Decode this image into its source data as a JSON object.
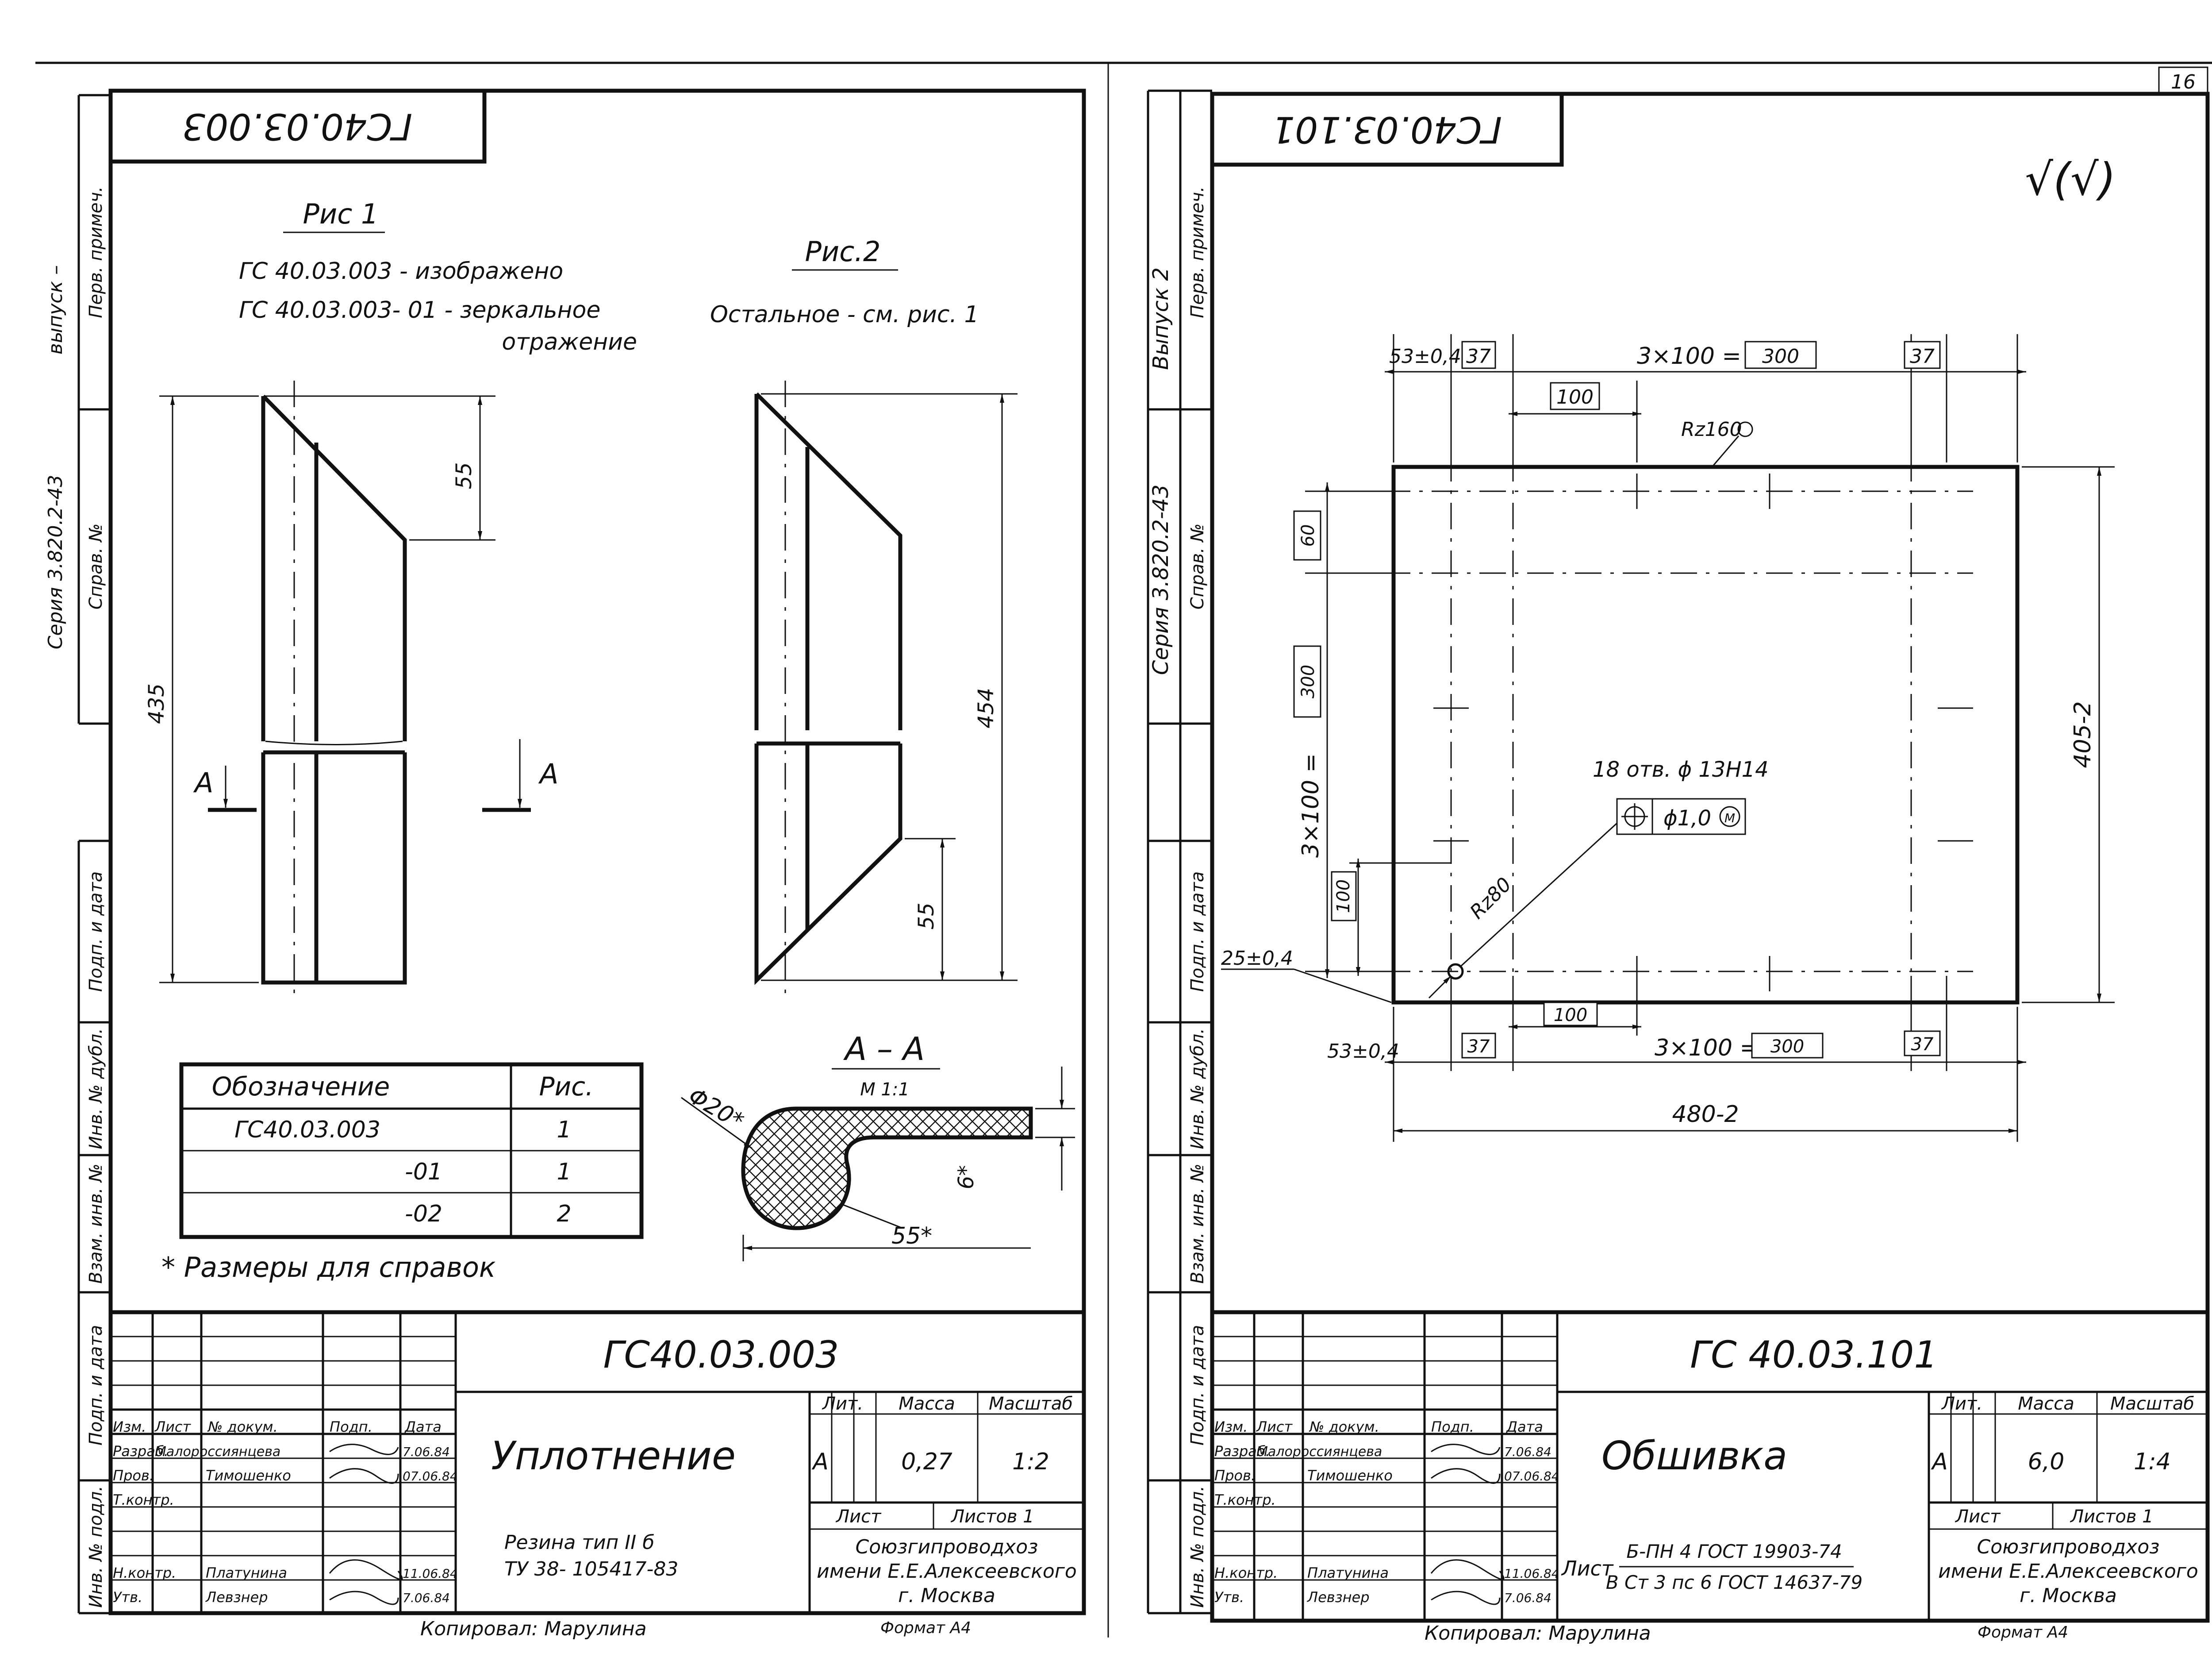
{
  "page_number": "16",
  "left_sheet": {
    "code_stamp": "ГС40.03.003",
    "margin": {
      "series_note": "Серия 3.820.2-43",
      "issue_note": "выпуск –",
      "perv_primech": "Перв. примеч.",
      "sprav_no": "Справ. №",
      "podp_i_data_1": "Подп. и дата",
      "inv_no_dubl": "Инв. № дубл.",
      "vzam_inv_no": "Взам. инв. №",
      "podp_i_data_2": "Подп. и дата",
      "inv_no_podl": "Инв. № подл."
    },
    "fig1_title": "Рис 1",
    "fig1_note_1": "ГС 40.03.003 - изображено",
    "fig1_note_2": "ГС 40.03.003- 01 - зеркальное",
    "fig1_note_3": "отражение",
    "fig2_title": "Рис.2",
    "fig2_note": "Остальное - см. рис. 1",
    "dim_55_top": "55",
    "dim_435": "435",
    "dim_454": "454",
    "dim_55_bottom": "55",
    "section_mark": "А",
    "section_title": "А – А",
    "section_scale": "М 1:1",
    "dim_phi20": "Φ20*",
    "dim_6": "6*",
    "dim_55_section": "55*",
    "table": {
      "headers": [
        "Обозначение",
        "Рис."
      ],
      "rows": [
        [
          "ГС40.03.003",
          "1"
        ],
        [
          "-01",
          "1"
        ],
        [
          "-02",
          "2"
        ]
      ]
    },
    "reference_note": "* Размеры для справок",
    "title_block": {
      "doc_code": "ГС40.03.003",
      "name": "Уплотнение",
      "material_1": "Резина тип II б",
      "material_2": "ТУ 38- 105417-83",
      "col_headers": [
        "Изм.",
        "Лист",
        "№ докум.",
        "Подп.",
        "Дата"
      ],
      "lit_label": "Лит.",
      "mass_label": "Масса",
      "scale_label": "Масштаб",
      "lit_value": "А",
      "mass_value": "0,27",
      "scale_value": "1:2",
      "sheet_label": "Лист",
      "sheets_label": "Листов 1",
      "org_1": "Союзгипроводхоз",
      "org_2": "имени Е.Е.Алексеевского",
      "org_3": "г. Москва",
      "roles": [
        {
          "role": "Разраб.",
          "name": "Малороссиянцева",
          "date": "7.06.84"
        },
        {
          "role": "Пров.",
          "name": "Тимошенко",
          "date": "07.06.84"
        },
        {
          "role": "Т.контр.",
          "name": "",
          "date": ""
        },
        {
          "role": "",
          "name": "",
          "date": ""
        },
        {
          "role": "Н.контр.",
          "name": "Платунина",
          "date": "11.06.84"
        },
        {
          "role": "Утв.",
          "name": "Левзнер",
          "date": "7.06.84"
        }
      ],
      "copied_by": "Копировал: Марулина",
      "format": "Формат А4"
    }
  },
  "right_sheet": {
    "code_stamp": "ГС40.03.101",
    "roughness_symbol": "√(√)",
    "margin": {
      "issue_note": "Выпуск 2",
      "series_note": "Серия 3.820.2-43",
      "perv_primech": "Перв. примеч.",
      "sprav_no": "Справ. №",
      "podp_i_data_1": "Подп. и дата",
      "inv_no_dubl": "Инв. № дубл.",
      "vzam_inv_no": "Взам. инв. №",
      "podp_i_data_2": "Подп. и дата",
      "inv_no_podl": "Инв. № подл."
    },
    "dims": {
      "top_offset": "53±0,4",
      "top_37_left": "37",
      "top_pitch": "3×100 =",
      "top_300": "300",
      "top_37_right": "37",
      "top_100": "100",
      "roughness": "Rz160",
      "left_60": "60",
      "left_pitch": "3×100 =",
      "left_300": "300",
      "left_100": "100",
      "height": "405-2",
      "holes": "18 отв. ϕ 13Н14",
      "position_tol": "ϕ1,0",
      "position_mod": "M",
      "hole_rough": "Rz80",
      "left_offset": "25±0,4",
      "bottom_offset": "53±0,4",
      "bottom_37_left": "37",
      "bottom_100": "100",
      "bottom_pitch": "3×100 =",
      "bottom_300": "300",
      "bottom_37_right": "37",
      "width": "480-2"
    },
    "title_block": {
      "doc_code": "ГС 40.03.101",
      "name": "Обшивка",
      "material_label": "Лист",
      "material_1": "Б-ПН 4 ГОСТ 19903-74",
      "material_2": "В Ст 3 пс 6 ГОСТ 14637-79",
      "col_headers": [
        "Изм.",
        "Лист",
        "№ докум.",
        "Подп.",
        "Дата"
      ],
      "lit_label": "Лит.",
      "mass_label": "Масса",
      "scale_label": "Масштаб",
      "lit_value": "А",
      "mass_value": "6,0",
      "scale_value": "1:4",
      "sheet_label": "Лист",
      "sheets_label": "Листов 1",
      "org_1": "Союзгипроводхоз",
      "org_2": "имени Е.Е.Алексеевского",
      "org_3": "г. Москва",
      "roles": [
        {
          "role": "Разраб.",
          "name": "Малороссиянцева",
          "date": "7.06.84"
        },
        {
          "role": "Пров.",
          "name": "Тимошенко",
          "date": "07.06.84"
        },
        {
          "role": "Т.контр.",
          "name": "",
          "date": ""
        },
        {
          "role": "",
          "name": "",
          "date": ""
        },
        {
          "role": "Н.контр.",
          "name": "Платунина",
          "date": "11.06.84"
        },
        {
          "role": "Утв.",
          "name": "Левзнер",
          "date": "7.06.84"
        }
      ],
      "copied_by": "Копировал: Марулина",
      "format": "Формат А4"
    }
  }
}
